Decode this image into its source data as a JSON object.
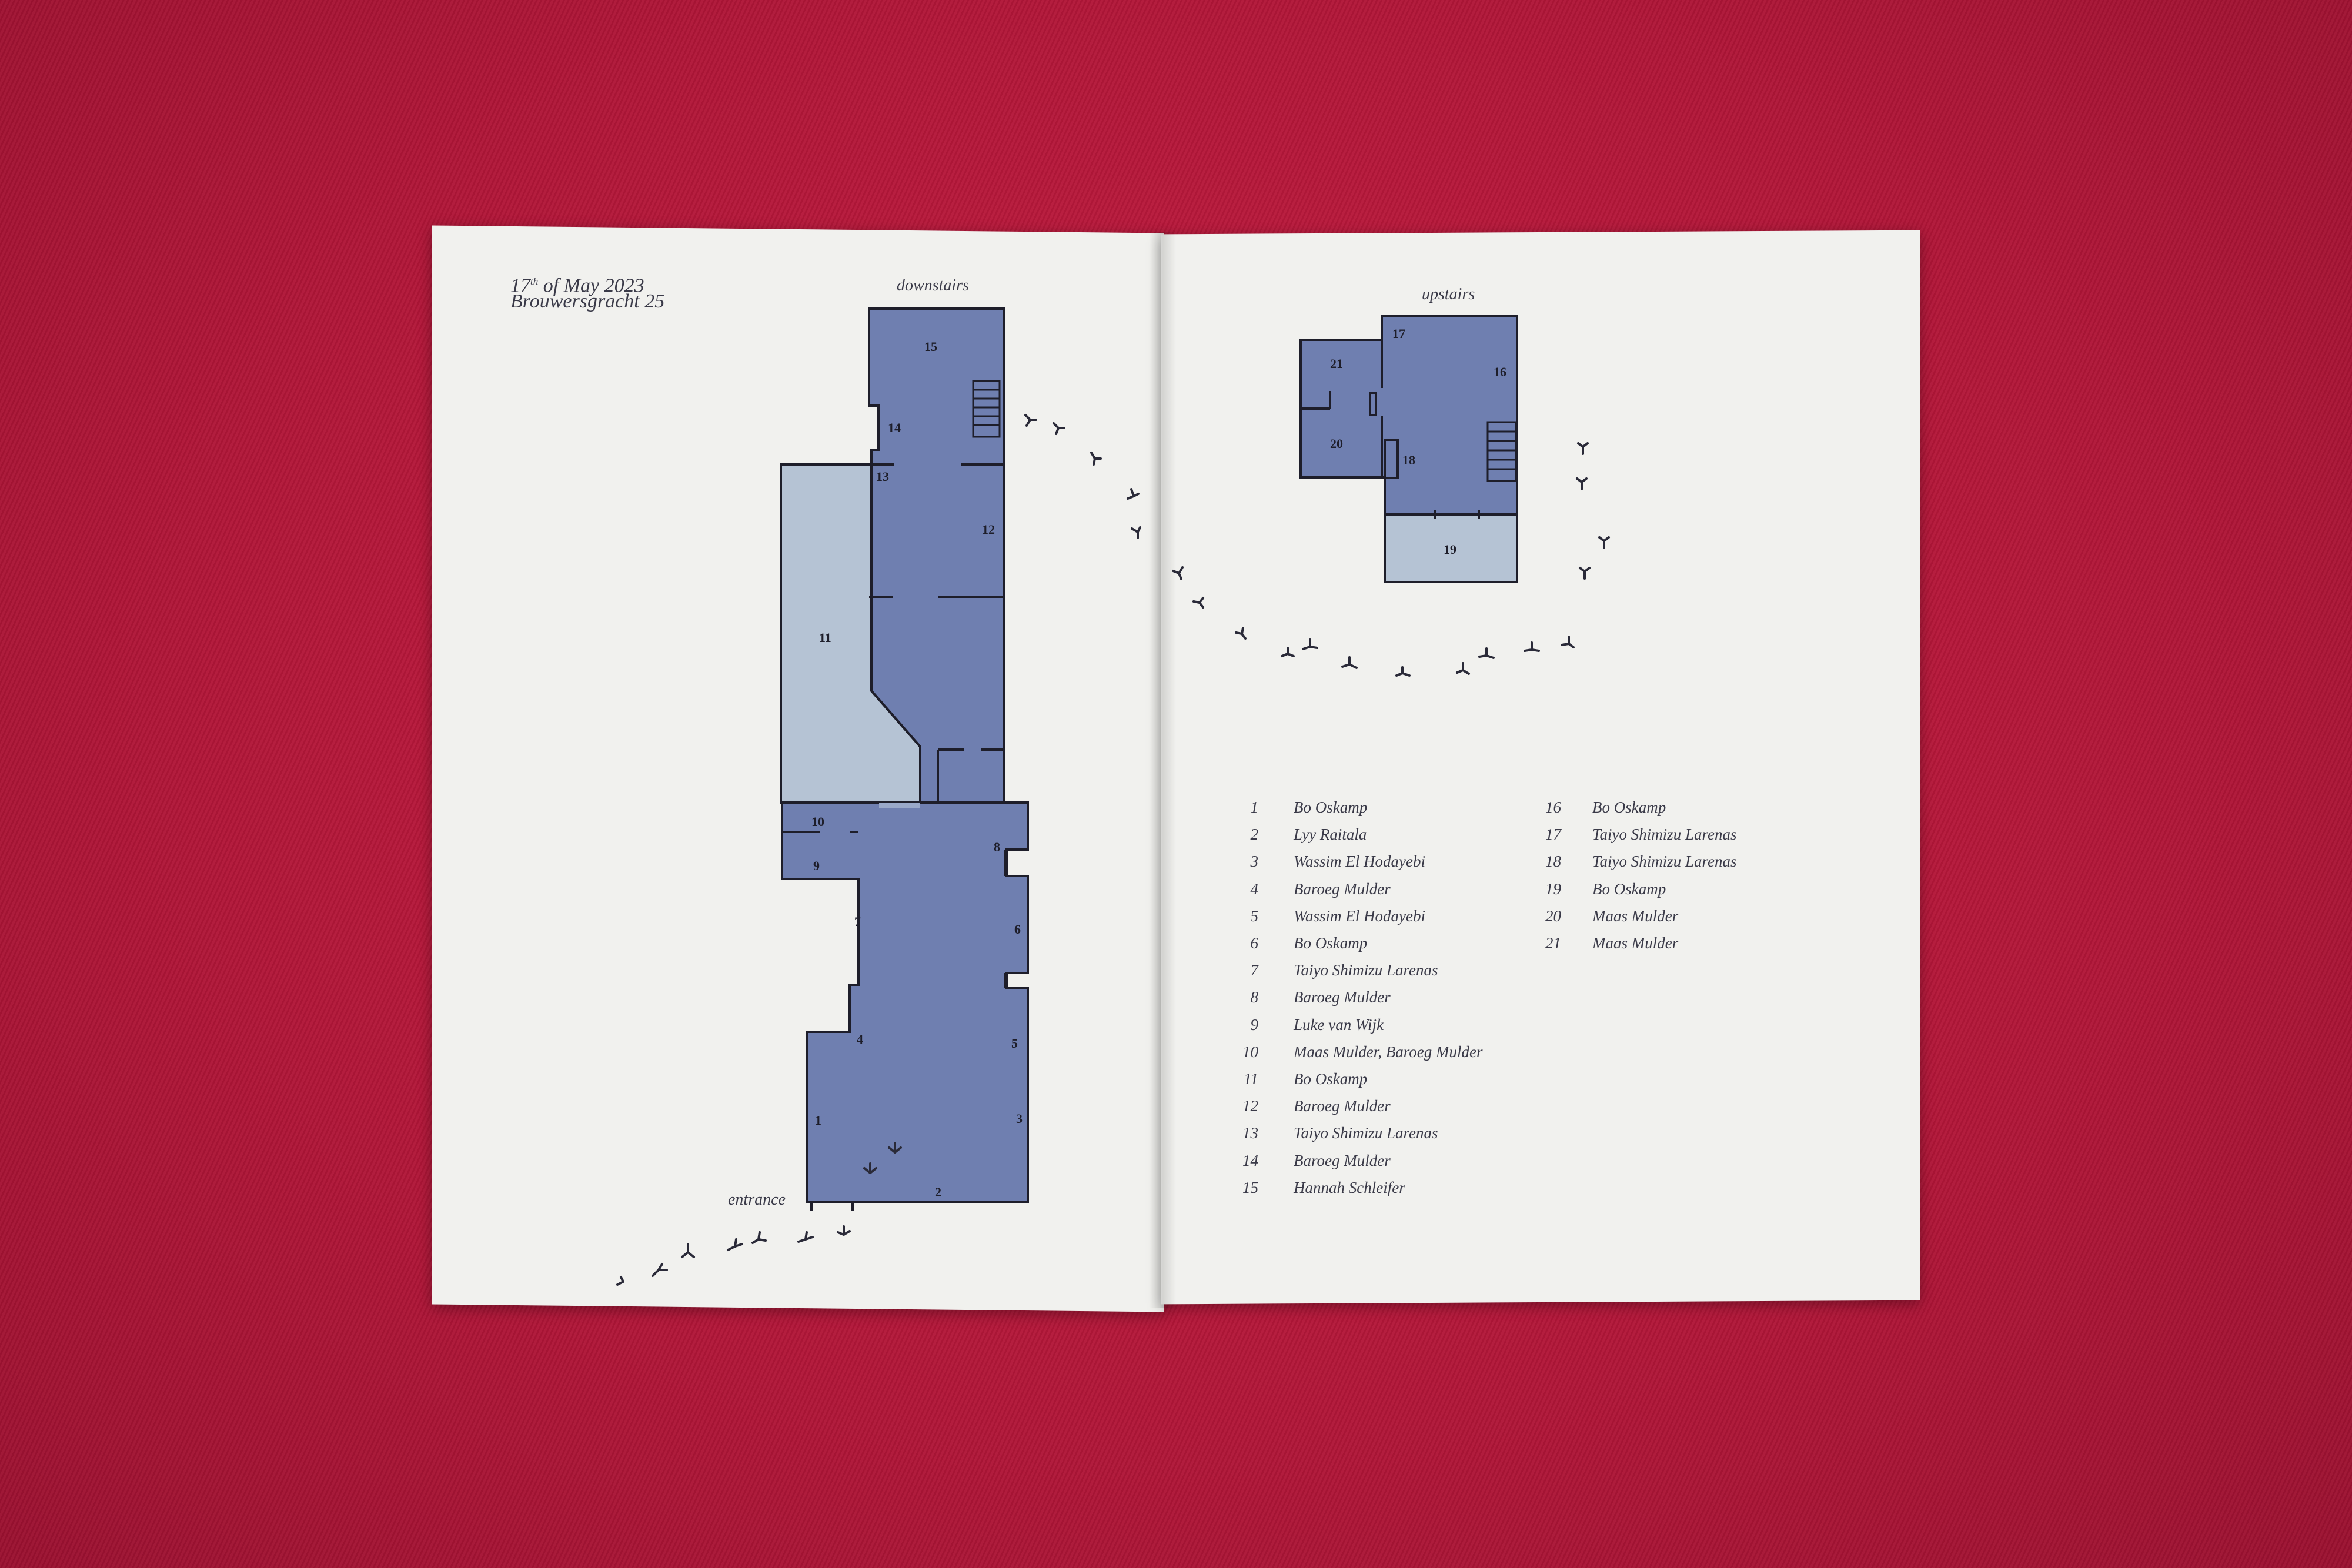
{
  "header": {
    "date_prefix": "17",
    "date_sup": "th",
    "date_suffix": "of May 2023",
    "address": "Brouwersgracht 25"
  },
  "labels": {
    "downstairs": "downstairs",
    "upstairs": "upstairs",
    "entrance": "entrance"
  },
  "rooms": {
    "r1": "1",
    "r2": "2",
    "r3": "3",
    "r4": "4",
    "r5": "5",
    "r6": "6",
    "r7": "7",
    "r8": "8",
    "r9": "9",
    "r10": "10",
    "r11": "11",
    "r12": "12",
    "r13": "13",
    "r14": "14",
    "r15": "15",
    "r16": "16",
    "r17": "17",
    "r18": "18",
    "r19": "19",
    "r20": "20",
    "r21": "21"
  },
  "legend_left": [
    {
      "num": "1",
      "name": "Bo Oskamp"
    },
    {
      "num": "2",
      "name": "Lyy Raitala"
    },
    {
      "num": "3",
      "name": "Wassim El Hodayebi"
    },
    {
      "num": "4",
      "name": "Baroeg Mulder"
    },
    {
      "num": "5",
      "name": "Wassim El Hodayebi"
    },
    {
      "num": "6",
      "name": "Bo Oskamp"
    },
    {
      "num": "7",
      "name": "Taiyo Shimizu Larenas"
    },
    {
      "num": "8",
      "name": "Baroeg Mulder"
    },
    {
      "num": "9",
      "name": "Luke van Wijk"
    },
    {
      "num": "10",
      "name": "Maas Mulder, Baroeg Mulder"
    },
    {
      "num": "11",
      "name": "Bo Oskamp"
    },
    {
      "num": "12",
      "name": "Baroeg Mulder"
    },
    {
      "num": "13",
      "name": "Taiyo Shimizu Larenas"
    },
    {
      "num": "14",
      "name": "Baroeg Mulder"
    },
    {
      "num": "15",
      "name": "Hannah Schleifer"
    }
  ],
  "legend_right": [
    {
      "num": "16",
      "name": "Bo Oskamp"
    },
    {
      "num": "17",
      "name": "Taiyo Shimizu Larenas"
    },
    {
      "num": "18",
      "name": "Taiyo Shimizu Larenas"
    },
    {
      "num": "19",
      "name": "Bo Oskamp"
    },
    {
      "num": "20",
      "name": "Maas Mulder"
    },
    {
      "num": "21",
      "name": "Maas Mulder"
    }
  ],
  "colors": {
    "background": "#b8173a",
    "paper": "#f1f1ee",
    "room_fill": "#6f7fb0",
    "room_light_fill": "#b5c3d4",
    "outline": "#1e1e2a",
    "text": "#3a3a48"
  }
}
